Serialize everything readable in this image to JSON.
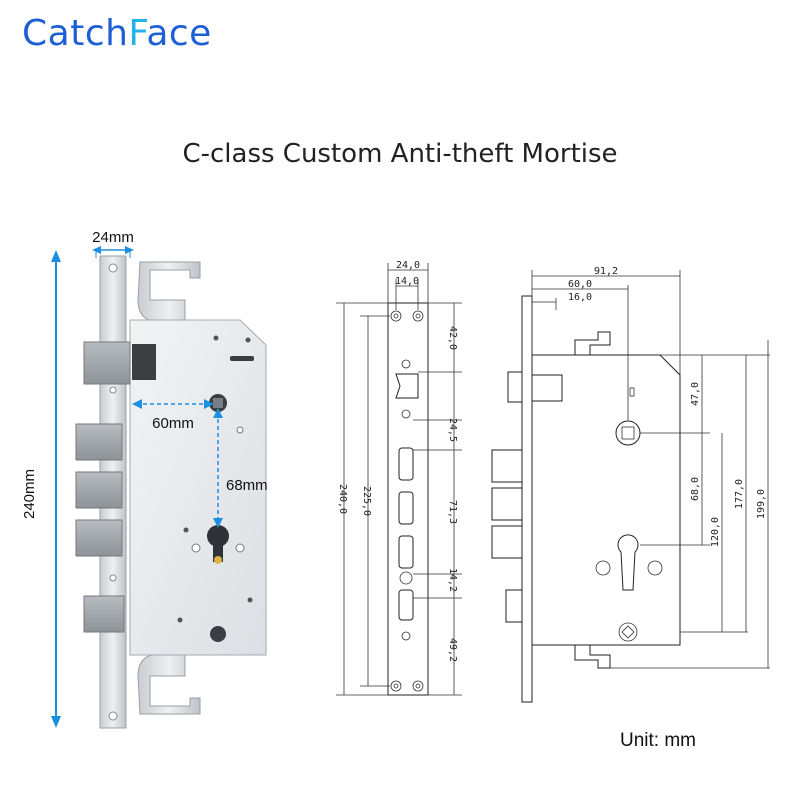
{
  "brand": {
    "part1": "Catch",
    "part2": "F",
    "part3": "ace"
  },
  "title": "C-class Custom Anti-theft Mortise",
  "unit_note": "Unit: mm",
  "photo_labels": {
    "width": "24mm",
    "height": "240mm",
    "backset": "60mm",
    "spacing": "68mm"
  },
  "front_view_dims": {
    "top_width": "24,0",
    "hole_spacing": "14,0",
    "overall": "240,0",
    "hole_span": "225,0",
    "seg1": "42,0",
    "seg2": "24,5",
    "seg3": "71,3",
    "seg4": "14,2",
    "seg5": "49,2"
  },
  "side_view_dims": {
    "total_depth": "91,2",
    "backset": "60,0",
    "small": "16,0",
    "d1": "47,0",
    "d2": "68,0",
    "d3": "120,0",
    "d4": "177,0",
    "d5": "199,0"
  },
  "colors": {
    "brand_blue": "#1f5fd6",
    "brand_cyan": "#23b3e8",
    "arrow_blue": "#1c8fe0"
  }
}
